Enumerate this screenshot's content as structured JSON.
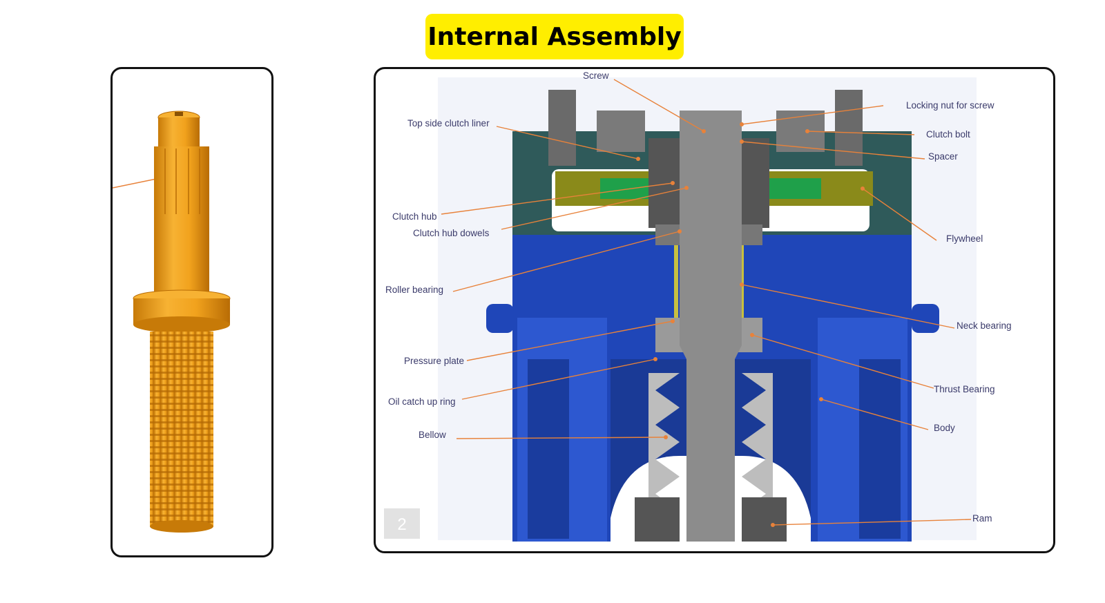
{
  "title": "Internal Assembly",
  "page_number": "2",
  "labels": {
    "screw": "Screw",
    "locking_nut": "Locking nut for screw",
    "top_side_clutch_liner": "Top side clutch liner",
    "clutch_bolt": "Clutch bolt",
    "spacer": "Spacer",
    "clutch_hub": "Clutch hub",
    "clutch_hub_dowels": "Clutch hub dowels",
    "flywheel": "Flywheel",
    "roller_bearing": "Roller bearing",
    "neck_bearing": "Neck bearing",
    "pressure_plate": "Pressure plate",
    "thrust_bearing": "Thrust Bearing",
    "oil_catch_up_ring": "Oil catch up ring",
    "body": "Body",
    "bellow": "Bellow",
    "ram": "Ram"
  },
  "colors": {
    "badge": "#ffee00",
    "screw_part": "#f4a21a",
    "body_blue": "#1f46b8",
    "shaft_grey": "#8c8c8c",
    "leader_line": "#e8823a",
    "label_text": "#3a3a6a"
  }
}
